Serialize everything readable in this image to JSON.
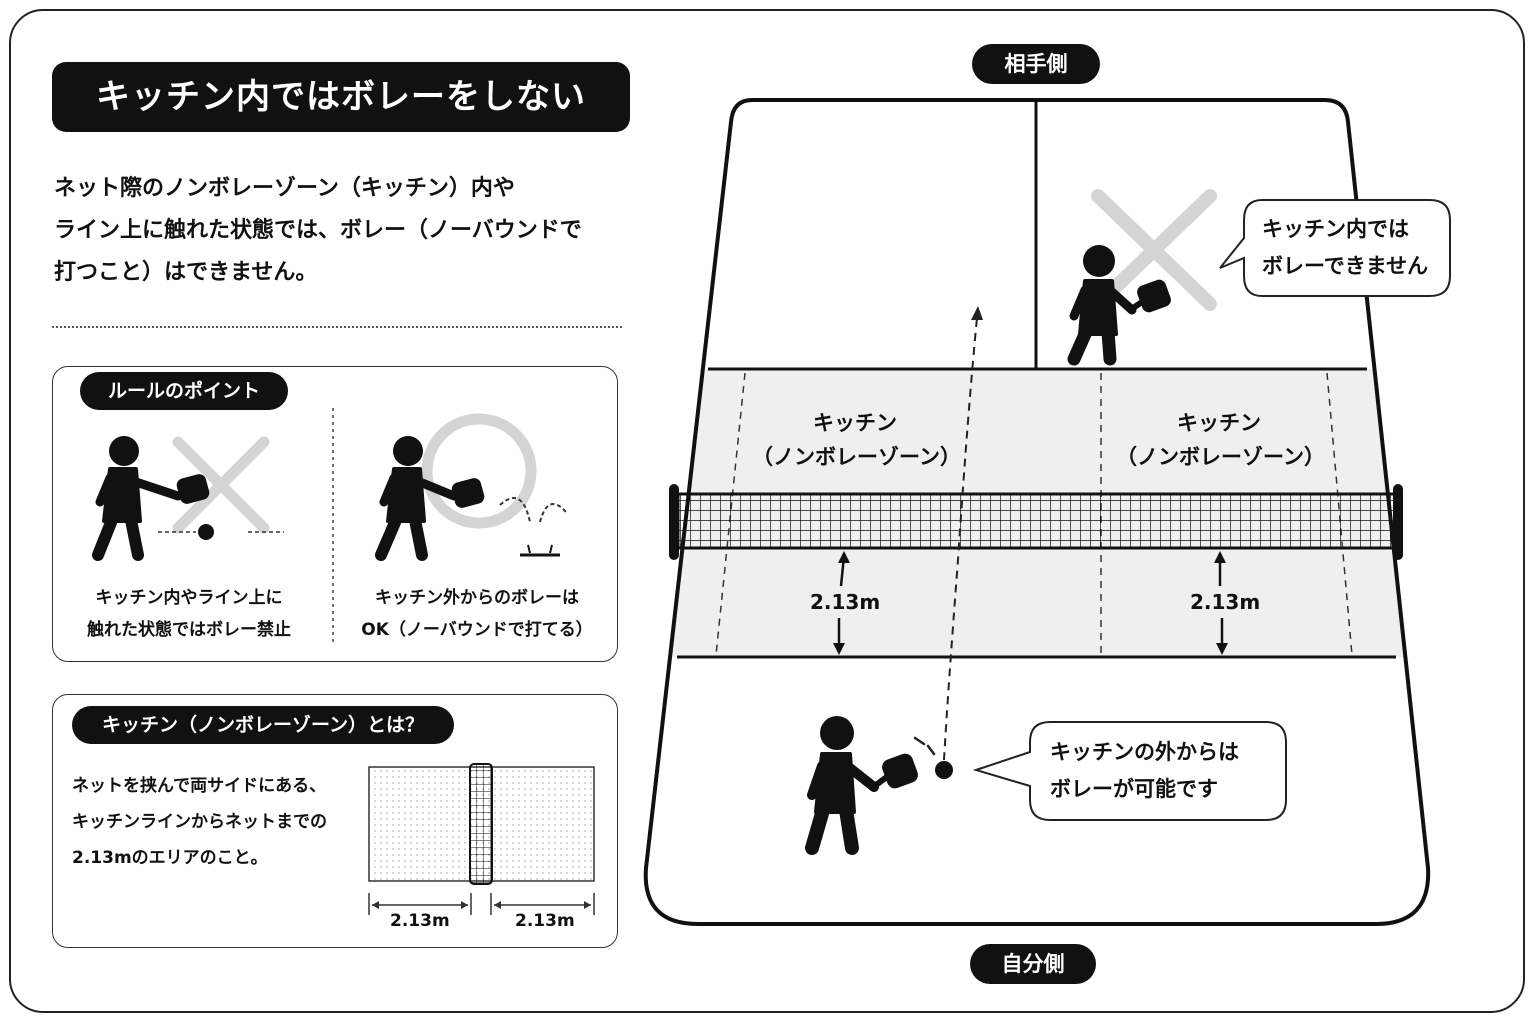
{
  "title": "キッチン内ではボレーをしない",
  "description": {
    "lines": [
      "ネット際のノンボレーゾーン（キッチン）内や",
      "ライン上に触れた状態では、ボレー（ノーバウンドで",
      "打つこと）はできません。"
    ]
  },
  "rule_points": {
    "heading": "ルールのポイント",
    "ng_caption": [
      "キッチン内やライン上に",
      "触れた状態ではボレー禁止"
    ],
    "ok_caption": [
      "キッチン外からのボレーは",
      "OK（ノーバウンドで打てる）"
    ]
  },
  "kitchen_definition": {
    "heading": "キッチン（ノンボレーゾーン）とは？",
    "lines": [
      "ネットを挟んで両サイドにある、",
      "キッチンラインからネットまでの",
      "2.13mのエリアのこと。"
    ],
    "dim_left": "2.13m",
    "dim_right": "2.13m"
  },
  "court": {
    "opponent_side": "相手側",
    "own_side": "自分側",
    "zone_left": [
      "キッチン",
      "（ノンボレーゾーン）"
    ],
    "zone_right": [
      "キッチン",
      "（ノンボレーゾーン）"
    ],
    "dim_left": "2.13m",
    "dim_right": "2.13m",
    "bubble_top": [
      "キッチン内では",
      "ボレーできません"
    ],
    "bubble_bottom": [
      "キッチンの外からは",
      "ボレーが可能です"
    ]
  },
  "colors": {
    "black": "#111111",
    "kitchen_fill": "#efefef",
    "mark_gray": "#d4d4d4"
  },
  "icons": [
    "player-icon",
    "paddle-icon",
    "ball-icon",
    "cross-mark-icon",
    "circle-mark-icon",
    "net-icon"
  ]
}
